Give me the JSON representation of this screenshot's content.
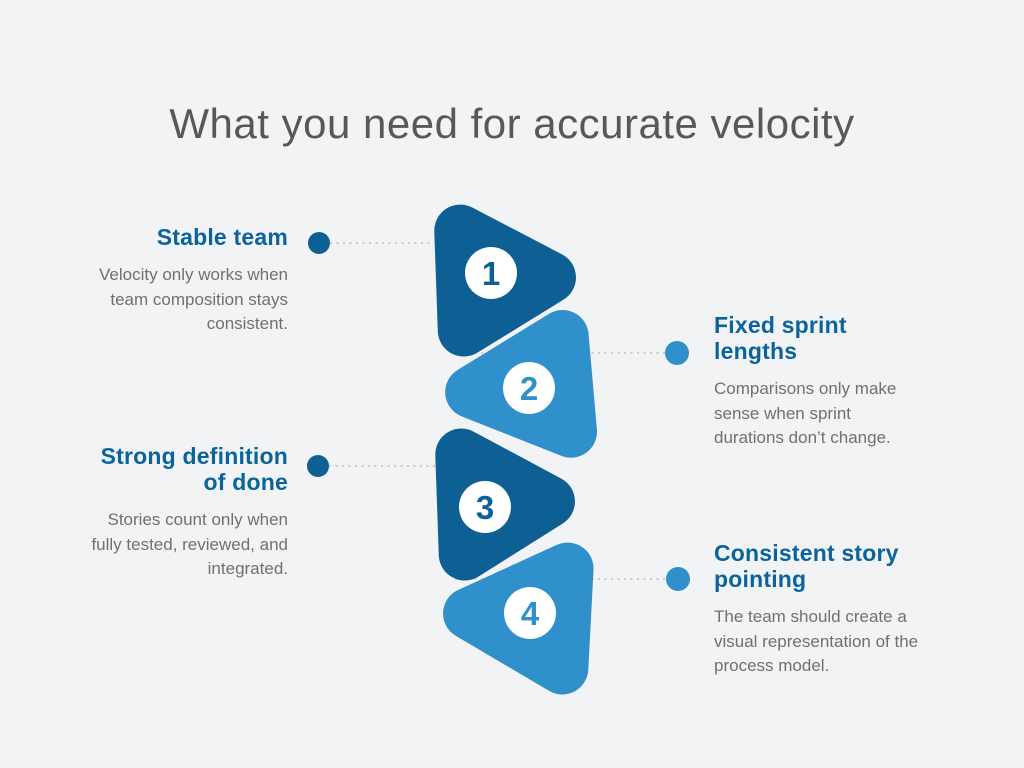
{
  "title": "What you need for accurate velocity",
  "colors": {
    "bg": "#f2f3f5",
    "dark-blue": "#0e5f94",
    "light-blue": "#2f90cb",
    "heading-blue": "#0b639c",
    "title-gray": "#57585a",
    "body-gray": "#6f7072",
    "connector-gray": "#c9cbce",
    "circle-white": "#ffffff"
  },
  "items": [
    {
      "number": "1",
      "side": "left",
      "color": "dark-blue",
      "heading": "Stable team",
      "body": "Velocity only works when team composition stays consistent."
    },
    {
      "number": "2",
      "side": "right",
      "color": "light-blue",
      "heading": "Fixed sprint lengths",
      "body": "Comparisons only make sense when sprint durations don’t change."
    },
    {
      "number": "3",
      "side": "left",
      "color": "dark-blue",
      "heading": "Strong definition of done",
      "body": "Stories count only when fully tested, reviewed, and integrated."
    },
    {
      "number": "4",
      "side": "right",
      "color": "light-blue",
      "heading": "Consistent story pointing",
      "body": "The team should create a visual representation of the process model."
    }
  ]
}
